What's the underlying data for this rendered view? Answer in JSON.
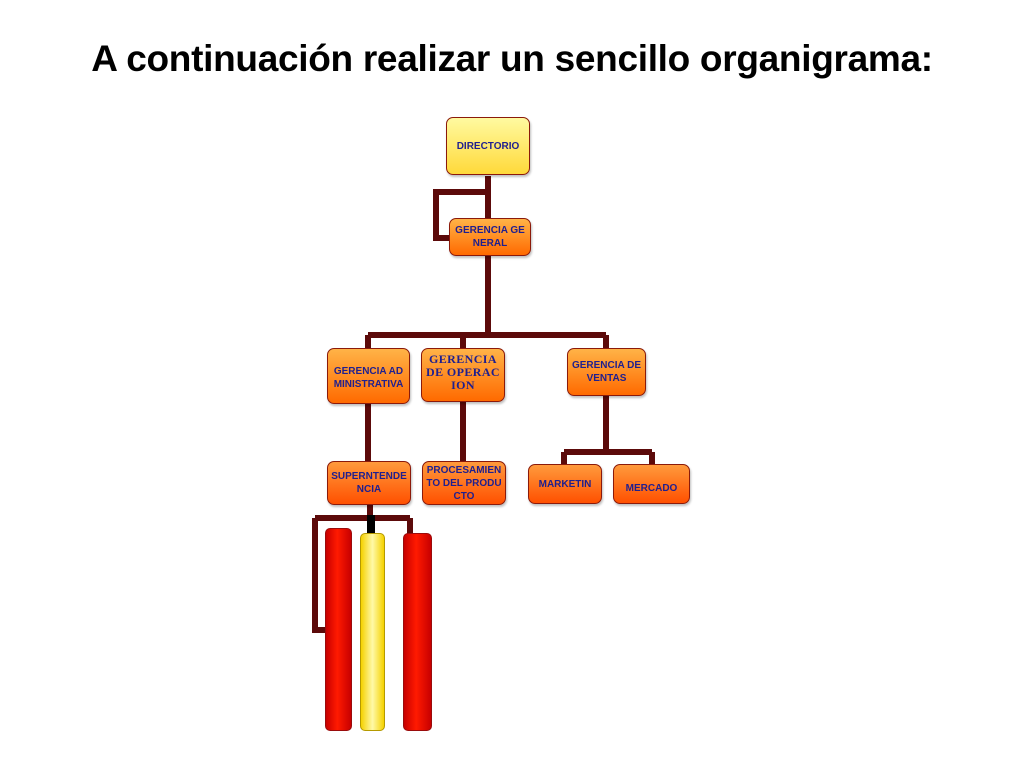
{
  "slide": {
    "title": "A continuación realizar un sencillo organigrama:"
  },
  "org_chart": {
    "directorio": "DIRECTORIO",
    "gerencia_general": "GERENCIA GENERAL",
    "gerencia_administrativa": "GERENCIA ADMINISTRATIVA",
    "gerencia_operacion": "GERENCIA DE OPERACION",
    "gerencia_ventas": "GERENCIA DE VENTAS",
    "superintendencia": "SUPERNTENDENCIA",
    "procesamiento": "PROCESAMIENTO DEL PRODUCTO",
    "marketing": "MARKETIN",
    "mercado": "MERCADO"
  },
  "colors": {
    "connector": "#5c0a0a",
    "node_text": "#1f1f8f",
    "node_border": "#8b1a0a"
  }
}
